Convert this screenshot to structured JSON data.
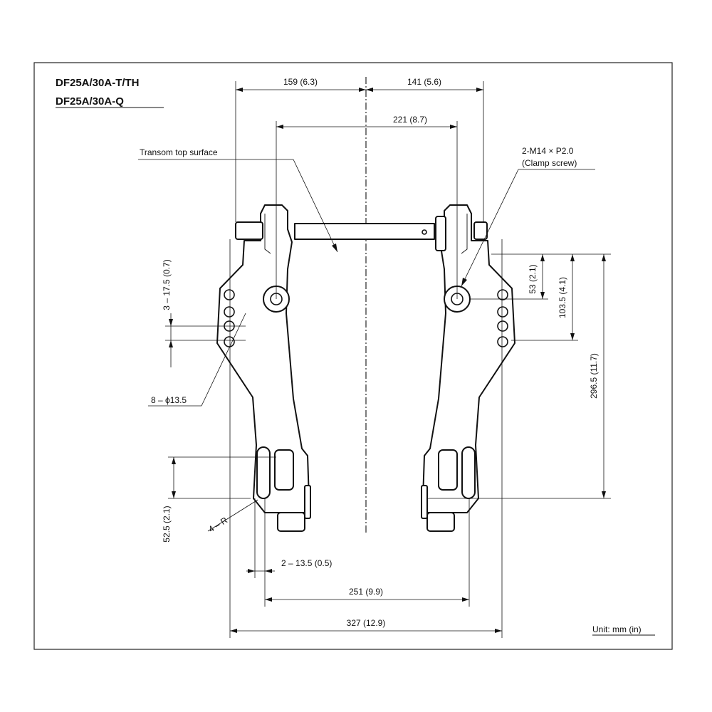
{
  "title": {
    "line1": "DF25A/30A-T/TH",
    "line2": "DF25A/30A-Q"
  },
  "labels": {
    "transom": "Transom top surface",
    "clamp_screw": "2-M14 × P2.0",
    "clamp_screw_note": "(Clamp screw)",
    "holes": "8 – ϕ13.5",
    "radius": "4 – R",
    "unit": "Unit: mm (in)"
  },
  "dimensions": {
    "d159": "159 (6.3)",
    "d141": "141 (5.6)",
    "d221": "221 (8.7)",
    "d53": "53 (2.1)",
    "d103": "103.5 (4.1)",
    "d296": "296.5 (11.7)",
    "d17": "3 – 17.5 (0.7)",
    "d52": "52.5 (2.1)",
    "d13": "2 – 13.5 (0.5)",
    "d251": "251 (9.9)",
    "d327": "327 (12.9)"
  }
}
